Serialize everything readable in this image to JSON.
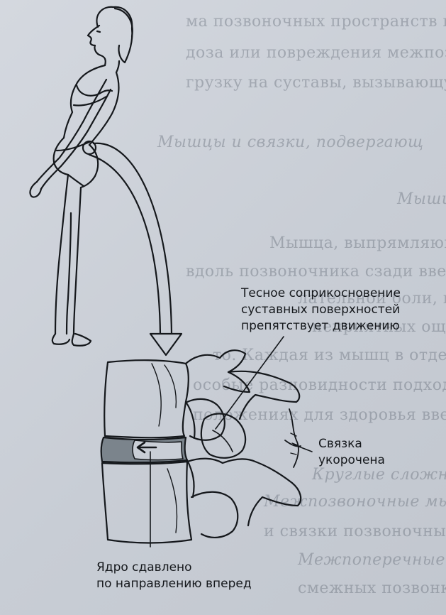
{
  "labels": {
    "contact": [
      "Тесное соприкосновение",
      "суставных поверхностей",
      "препятствует движению"
    ],
    "ligament": [
      "Связка",
      "укорочена"
    ],
    "nucleus": [
      "Ядро сдавлено",
      "по направлению вперед"
    ]
  },
  "background_text": [
    "ма позвоночных пространств вслед",
    "доза или повреждения межпозвоноч",
    "грузку на суставы, вызывающую бол",
    "Мышцы и связки, подвергающ",
    "Мышцы",
    "Мышца, выпрямляющая туловищ",
    "вдоль позвоночника сзади вверх. В",
    "лательной боли, и заметит диа",
    "неприятных ощущений со стороны т",
    "то. Каждая из мышц в отдельности сжи",
    "особые разновидности подходящих",
    "положениях для здоровья вверх",
    "Круглые сложно и лениво",
    "Межпозвоночные мышцы",
    "и связки позвоночных отростков",
    "Межпоперечные мышцы",
    "смежных позвонков"
  ],
  "colors": {
    "ink": "#15181c",
    "paper": "#ced3da",
    "disc": "#7b848c"
  }
}
